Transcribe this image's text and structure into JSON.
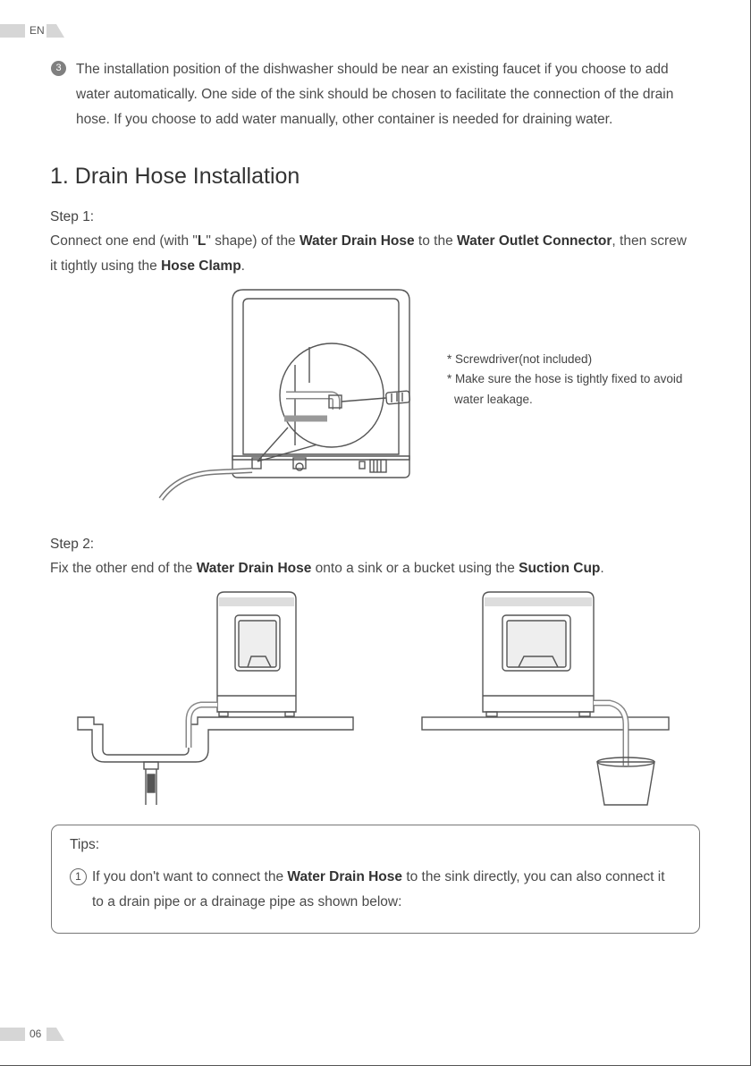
{
  "header": {
    "language": "EN"
  },
  "footer": {
    "page_number": "06"
  },
  "intro": {
    "number": "3",
    "line1": "The installation position of the dishwasher should be near an existing faucet if you choose to add",
    "line2": "water automatically. One side of the sink should be chosen to facilitate the connection of the drain",
    "line3": "hose. If you choose to add water manually, other container is needed for draining water."
  },
  "section": {
    "title": "1. Drain Hose Installation",
    "step1": {
      "label": "Step 1:",
      "l1_a": "Connect one end (with \"",
      "l1_b": "L",
      "l1_c": "\" shape) of the ",
      "l1_d": "Water Drain Hose",
      "l1_e": " to the ",
      "l1_f": "Water Outlet Connector",
      "l1_g": ", then screw",
      "l2_a": "it tightly using the ",
      "l2_b": "Hose Clamp",
      "l2_c": ".",
      "note1": "* Screwdriver(not included)",
      "note2": "* Make sure the hose is tightly fixed to avoid",
      "note3": "water leakage."
    },
    "step2": {
      "label": "Step 2:",
      "a": "Fix the other end of the ",
      "b": "Water Drain Hose",
      "c": " onto a sink or a bucket using the ",
      "d": "Suction Cup",
      "e": "."
    }
  },
  "tips": {
    "title": "Tips:",
    "number": "1",
    "l1_a": "If you don't want to connect the ",
    "l1_b": "Water Drain Hose",
    "l1_c": " to the sink directly, you can also connect it",
    "l2": "to a drain pipe or a drainage pipe as shown below:"
  },
  "colors": {
    "text": "#4a4a4a",
    "line": "#555555",
    "tab": "#d6d6d6"
  }
}
